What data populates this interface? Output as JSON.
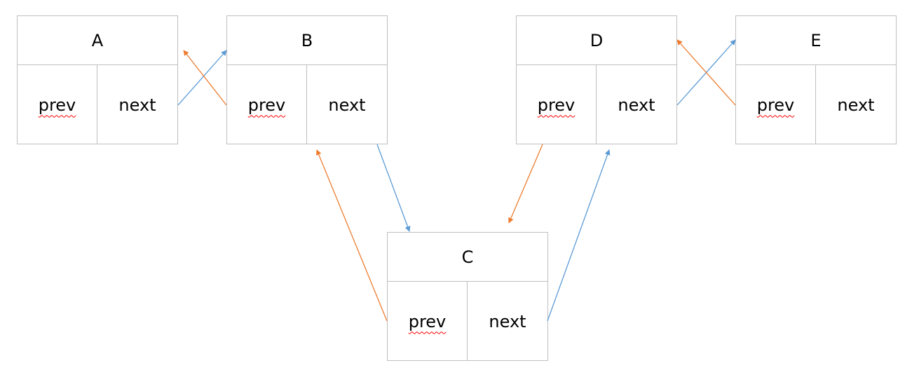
{
  "nodes": [
    {
      "id": "A",
      "title": "A",
      "prev_label": "prev",
      "next_label": "next"
    },
    {
      "id": "B",
      "title": "B",
      "prev_label": "prev",
      "next_label": "next"
    },
    {
      "id": "C",
      "title": "C",
      "prev_label": "prev",
      "next_label": "next"
    },
    {
      "id": "D",
      "title": "D",
      "prev_label": "prev",
      "next_label": "next"
    },
    {
      "id": "E",
      "title": "E",
      "prev_label": "prev",
      "next_label": "next"
    }
  ],
  "links": [
    {
      "from": "A",
      "to": "B",
      "kind": "next"
    },
    {
      "from": "B",
      "to": "A",
      "kind": "prev"
    },
    {
      "from": "B",
      "to": "C",
      "kind": "next"
    },
    {
      "from": "C",
      "to": "B",
      "kind": "prev"
    },
    {
      "from": "C",
      "to": "D",
      "kind": "next"
    },
    {
      "from": "D",
      "to": "C",
      "kind": "prev"
    },
    {
      "from": "D",
      "to": "E",
      "kind": "next"
    },
    {
      "from": "E",
      "to": "D",
      "kind": "prev"
    }
  ],
  "colors": {
    "next_arrow": "#5b9bd5",
    "prev_arrow": "#ed7d31",
    "border": "#bfbfbf"
  }
}
